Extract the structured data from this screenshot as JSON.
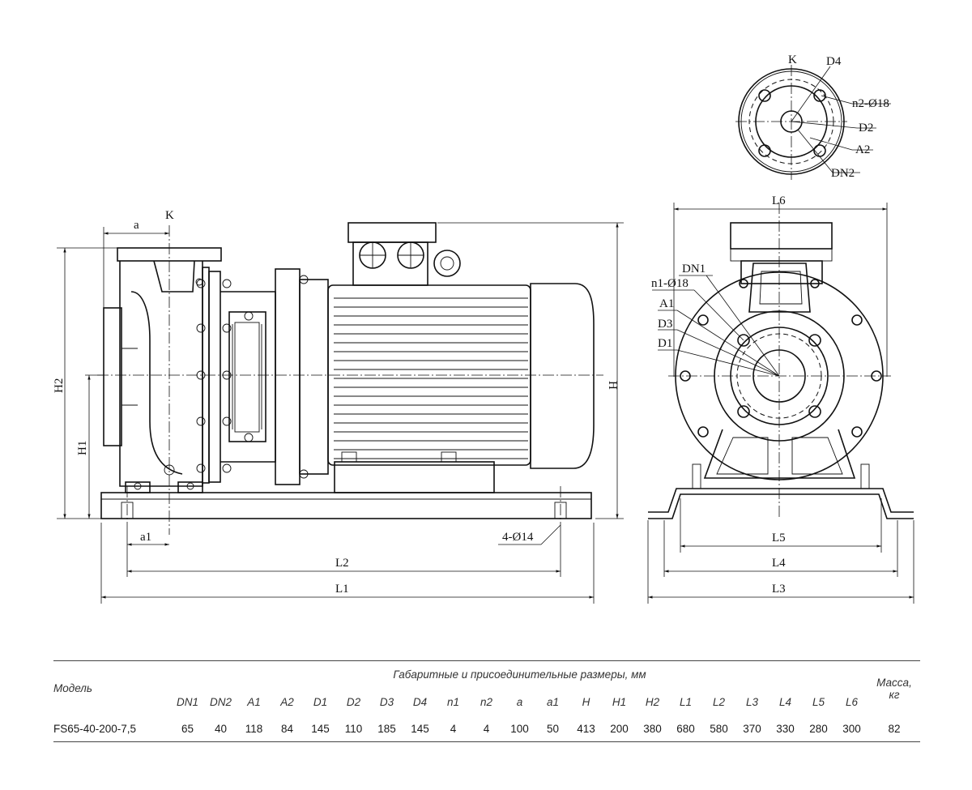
{
  "front_view": {
    "label_a": "a",
    "label_k": "K",
    "label_h": "H",
    "label_h1": "H1",
    "label_h2": "H2",
    "label_a1": "a1",
    "label_holes": "4-Ø14",
    "label_l1": "L1",
    "label_l2": "L2"
  },
  "side_view": {
    "label_l6": "L6",
    "label_l5": "L5",
    "label_l4": "L4",
    "label_l3": "L3",
    "label_dn1": "DN1",
    "label_n1": "n1-Ø18",
    "label_a1": "A1",
    "label_d3": "D3",
    "label_d1": "D1"
  },
  "flange_view": {
    "label_k": "K",
    "label_d4": "D4",
    "label_n2": "n2-Ø18",
    "label_d2": "D2",
    "label_a2": "A2",
    "label_dn2": "DN2"
  },
  "table": {
    "model_header": "Модель",
    "dims_header": "Габаритные и присоединительные размеры, мм",
    "mass_header": "Масса,",
    "mass_unit": "кг",
    "columns": [
      "DN1",
      "DN2",
      "A1",
      "A2",
      "D1",
      "D2",
      "D3",
      "D4",
      "n1",
      "n2",
      "a",
      "a1",
      "H",
      "H1",
      "H2",
      "L1",
      "L2",
      "L3",
      "L4",
      "L5",
      "L6"
    ],
    "rows": [
      {
        "model": "FS65-40-200-7,5",
        "values": [
          "65",
          "40",
          "118",
          "84",
          "145",
          "110",
          "185",
          "145",
          "4",
          "4",
          "100",
          "50",
          "413",
          "200",
          "380",
          "680",
          "580",
          "370",
          "330",
          "280",
          "300"
        ],
        "mass": "82"
      }
    ]
  }
}
